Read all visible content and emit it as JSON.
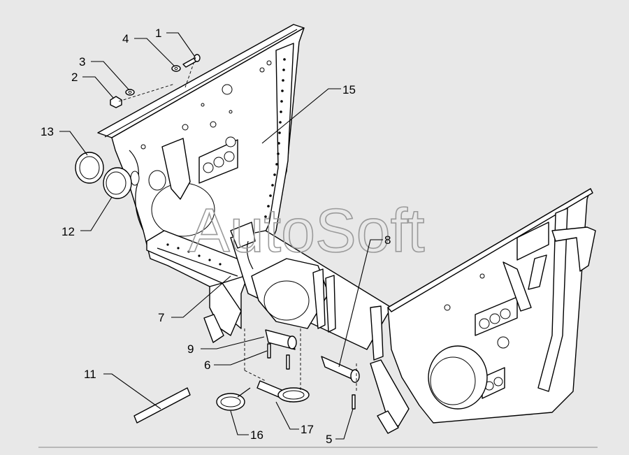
{
  "watermark": "AutoSoft",
  "callouts": [
    {
      "id": "1",
      "label": "1"
    },
    {
      "id": "2",
      "label": "2"
    },
    {
      "id": "3",
      "label": "3"
    },
    {
      "id": "4",
      "label": "4"
    },
    {
      "id": "5",
      "label": "5"
    },
    {
      "id": "6",
      "label": "6"
    },
    {
      "id": "7",
      "label": "7"
    },
    {
      "id": "8",
      "label": "8"
    },
    {
      "id": "9",
      "label": "9"
    },
    {
      "id": "11",
      "label": "11"
    },
    {
      "id": "12",
      "label": "12"
    },
    {
      "id": "13",
      "label": "13"
    },
    {
      "id": "15",
      "label": "15"
    },
    {
      "id": "16",
      "label": "16"
    },
    {
      "id": "17",
      "label": "17"
    }
  ]
}
